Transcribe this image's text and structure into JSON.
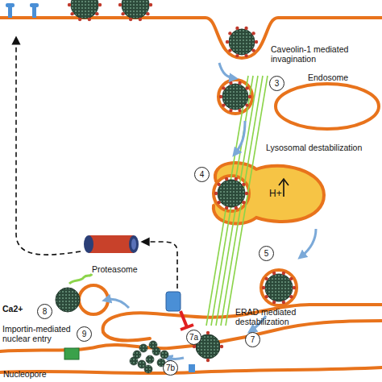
{
  "diagram": {
    "nodes": [
      {
        "text": [
          "Endosome"
        ]
      },
      {
        "text": [
          "Proteasome"
        ]
      },
      {
        "text": [
          "Nucleopore"
        ]
      }
    ],
    "labels": [
      "Caveolin-1 mediated invagination",
      "3",
      "Lysosomal destabilization",
      "4",
      "H+",
      "5",
      "ERAD mediated destabilization",
      "7",
      "7a",
      "7b",
      "Ca2+",
      "8",
      "Importin-mediated nuclear entry",
      "9"
    ]
  }
}
